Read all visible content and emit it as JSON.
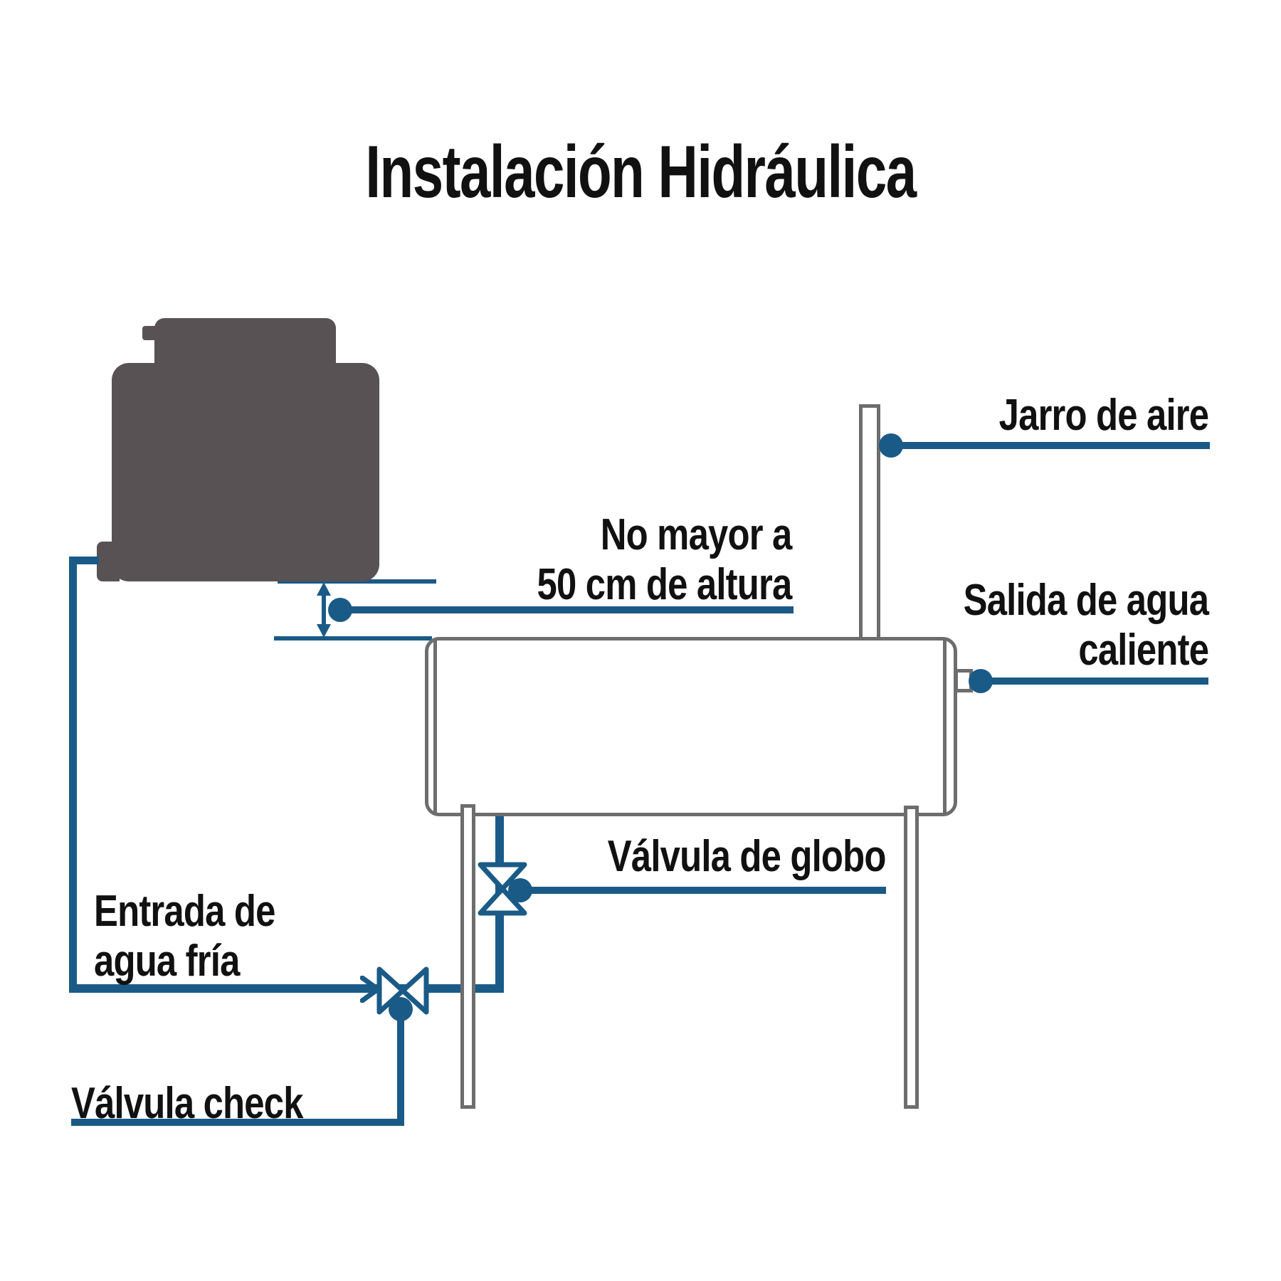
{
  "title": "Instalación Hidráulica",
  "labels": {
    "jarro": "Jarro de aire",
    "salida_line1": "Salida de agua",
    "salida_line2": "caliente",
    "no_mayor_line1": "No mayor a",
    "no_mayor_line2": "50 cm de altura",
    "valvula_globo": "Válvula de globo",
    "entrada_line1": "Entrada de",
    "entrada_line2": "agua fría",
    "valvula_check": "Válvula check"
  },
  "measurement": {
    "max_height_cm": 50
  },
  "icons": {
    "check_valve": "check-valve-bowtie",
    "globe_valve": "globe-valve-bowtie",
    "flow_arrow": "flow-direction-chevron",
    "height_arrow": "double-headed-height-arrow",
    "connector_dot": "leader-connector-dot"
  },
  "colors": {
    "accent_blue": "#1a5a87",
    "tank_gray": "#585254",
    "outline_gray": "#6d6d6d",
    "text": "#111111"
  }
}
